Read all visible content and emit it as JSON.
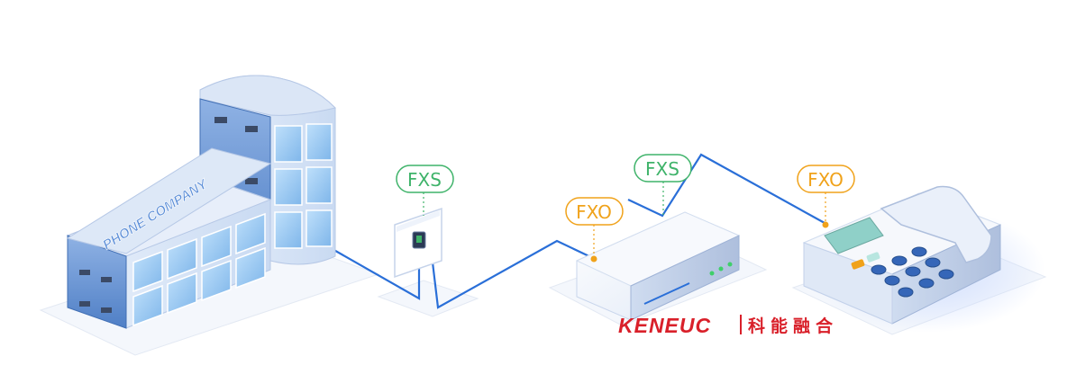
{
  "building": {
    "sign": "PHONE COMPANY"
  },
  "labels": {
    "wall_port": "FXS",
    "gateway_in": "FXO",
    "gateway_out": "FXS",
    "phone_port": "FXO"
  },
  "brand": {
    "name_en": "KENEUC",
    "name_cn": "科能融合"
  },
  "colors": {
    "fxs": "#3fb36a",
    "fxo": "#f0a21a",
    "cable": "#2a6fd8",
    "brand": "#d9202a"
  }
}
